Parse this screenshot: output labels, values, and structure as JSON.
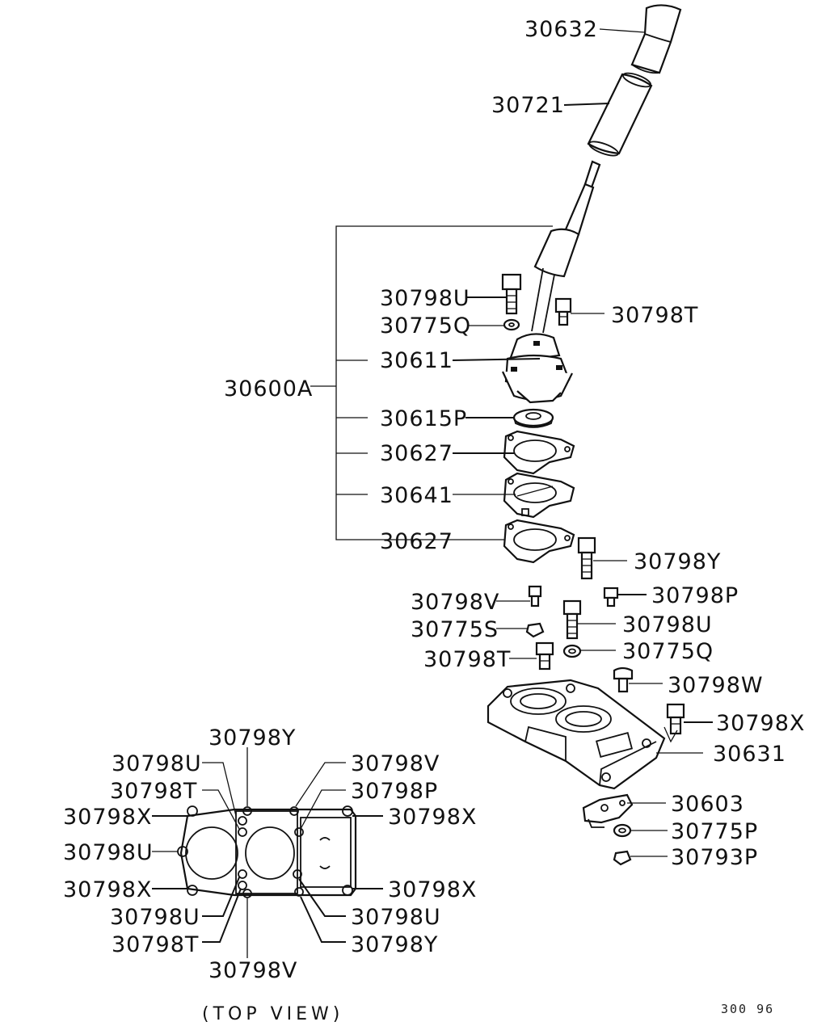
{
  "diagram": {
    "assembly_label": "30600A",
    "view_note": "(TOP VIEW)",
    "drawing_code": "300 96",
    "labels": {
      "p30632": "30632",
      "p30721": "30721",
      "p30798U_a": "30798U",
      "p30775Q_a": "30775Q",
      "p30798T_a": "30798T",
      "p30611": "30611",
      "p30615P": "30615P",
      "p30627_a": "30627",
      "p30641": "30641",
      "p30627_b": "30627",
      "p30798Y_a": "30798Y",
      "p30798V_a": "30798V",
      "p30798P_a": "30798P",
      "p30775S": "30775S",
      "p30798U_b": "30798U",
      "p30798T_b": "30798T",
      "p30775Q_b": "30775Q",
      "p30798W": "30798W",
      "p30798X_a": "30798X",
      "p30631": "30631",
      "p30603": "30603",
      "p30775P": "30775P",
      "p30793P": "30793P"
    },
    "top_view_labels": {
      "y_top": "30798Y",
      "u_tl": "30798U",
      "v_tr": "30798V",
      "t_tl": "30798T",
      "p_tr": "30798P",
      "x_l1": "30798X",
      "x_r1": "30798X",
      "u_l": "30798U",
      "x_l2": "30798X",
      "x_r2": "30798X",
      "u_bl": "30798U",
      "u_br": "30798U",
      "t_bl": "30798T",
      "y_br": "30798Y",
      "v_bottom": "30798V"
    }
  }
}
